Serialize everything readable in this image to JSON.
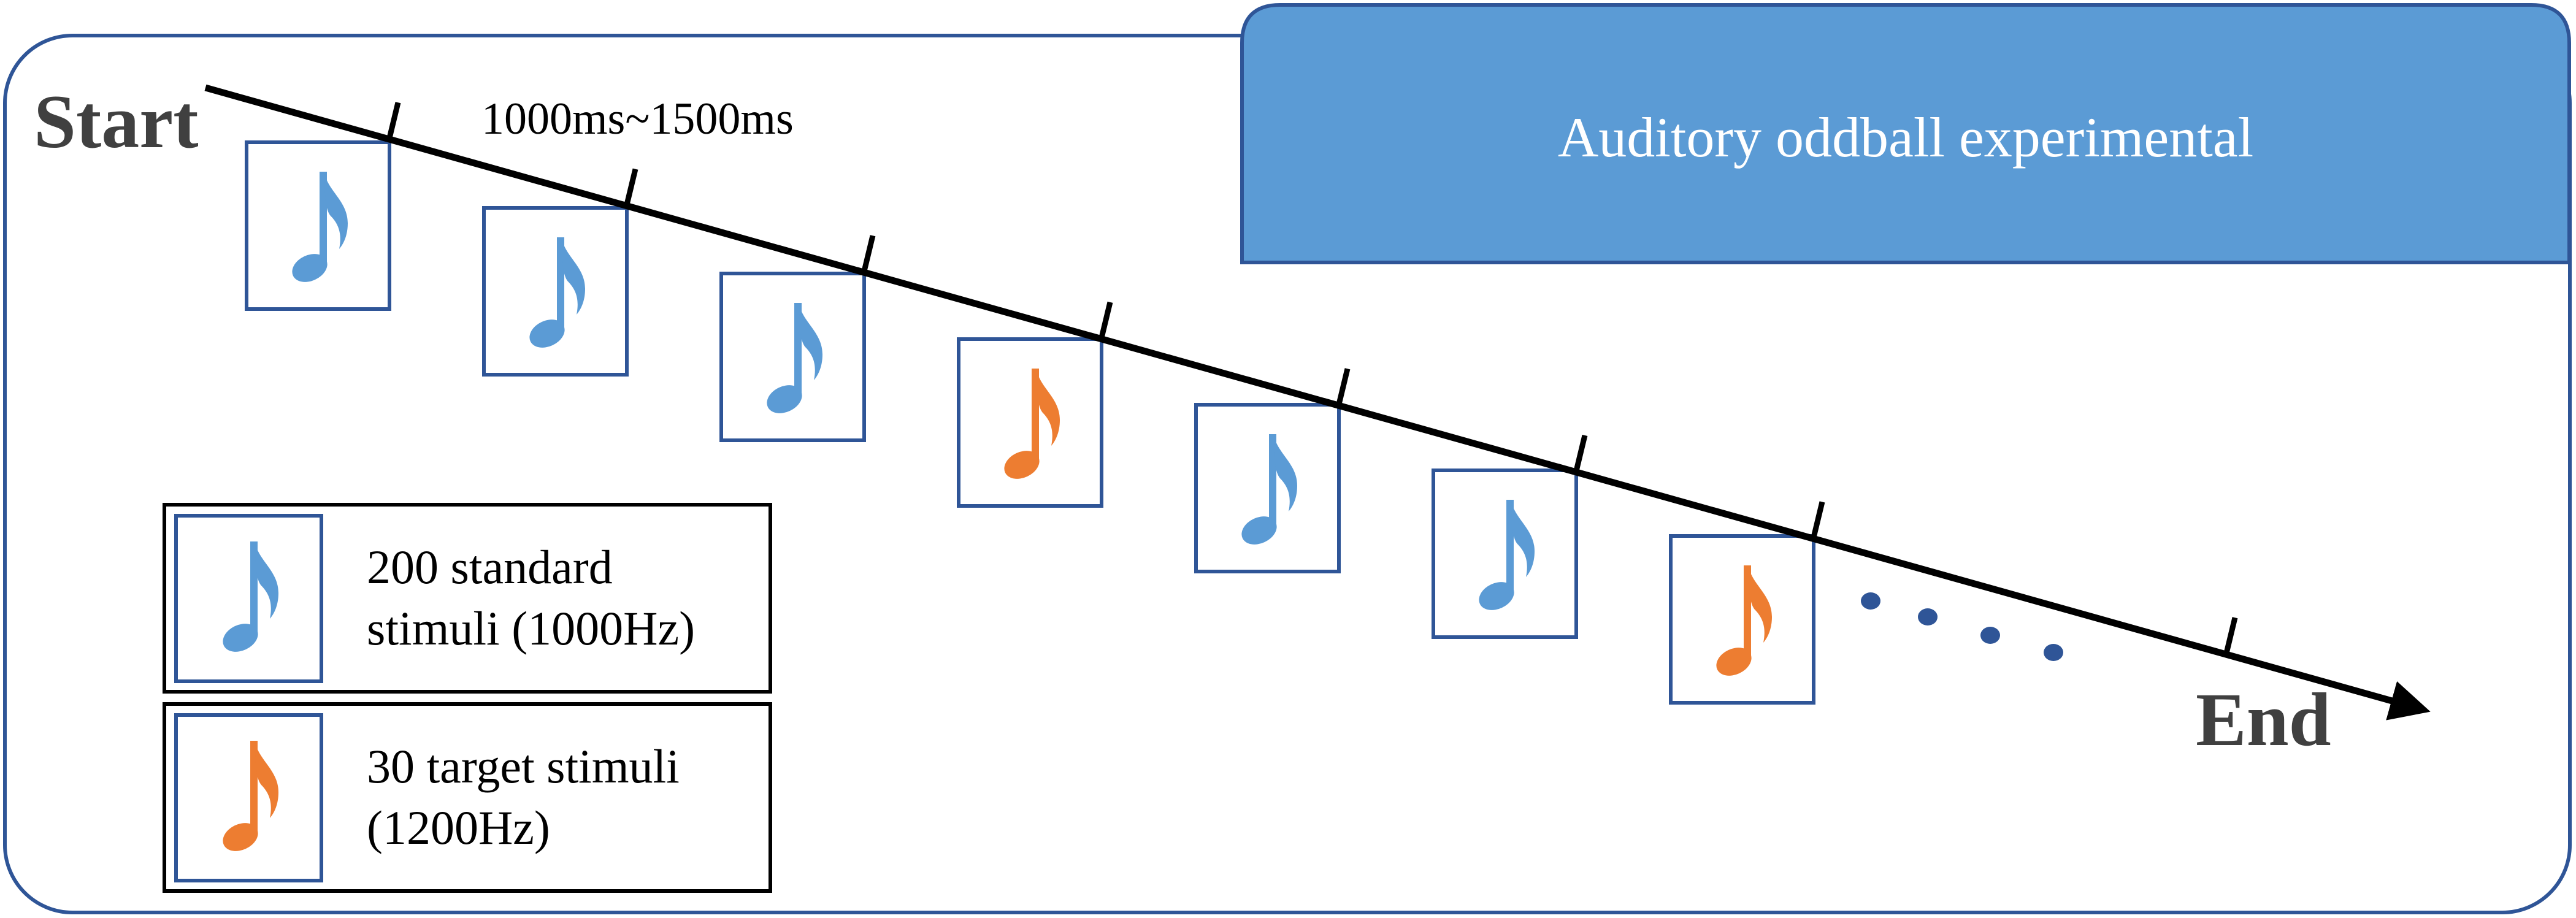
{
  "title": "Auditory oddball experimental",
  "timeline": {
    "start_label": "Start",
    "end_label": "End",
    "interval_label": "1000ms~1500ms",
    "sequence": [
      "standard",
      "standard",
      "standard",
      "target",
      "standard",
      "standard",
      "target"
    ],
    "continuation_dots": 4
  },
  "legend": [
    {
      "type": "standard",
      "line1": "200 standard",
      "line2": "stimuli (1000Hz)"
    },
    {
      "type": "target",
      "line1": "30 target stimuli",
      "line2": "(1200Hz)"
    }
  ],
  "colors": {
    "frame": "#2f5597",
    "banner_fill": "#5b9bd5",
    "banner_text": "#ffffff",
    "standard_note": "#5b9bd5",
    "target_note": "#ed7d31",
    "timeline": "#000000",
    "dots": "#2f5597",
    "label_text": "#404040"
  },
  "icons": {
    "stimulus": "eighth-note-icon"
  }
}
